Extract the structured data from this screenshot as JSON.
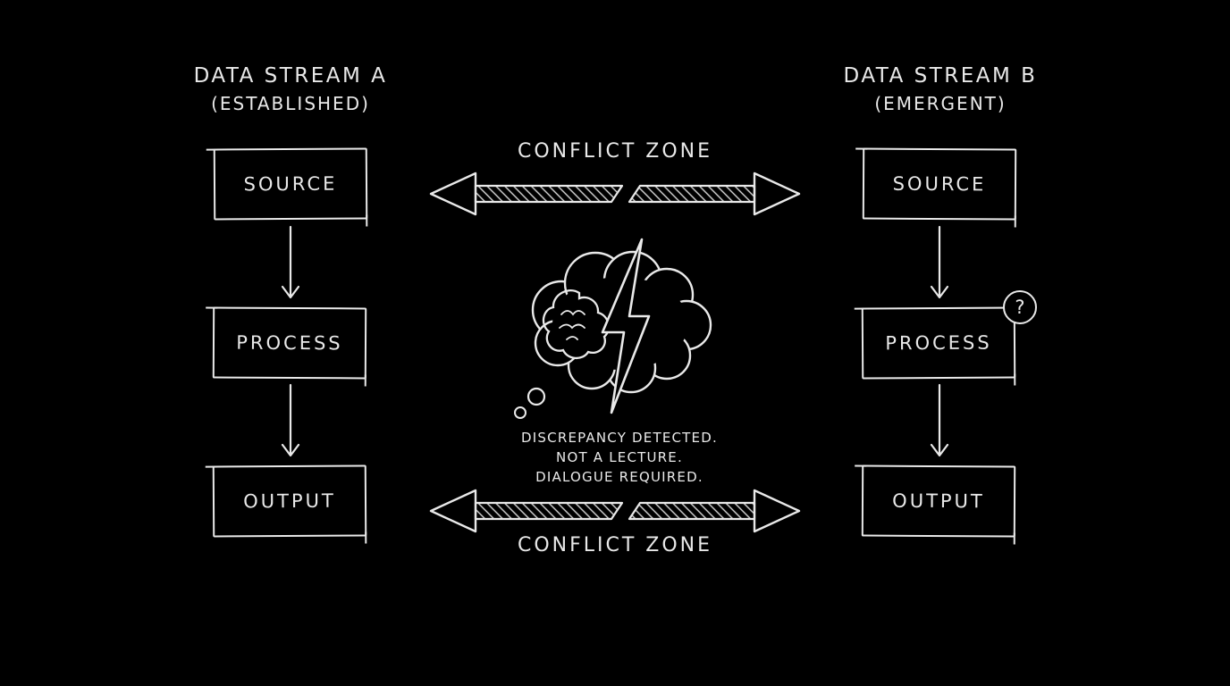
{
  "colors": {
    "background": "#000000",
    "ink": "#e9e9e9"
  },
  "stream_a": {
    "title": "DATA STREAM A",
    "subtitle": "(ESTABLISHED)",
    "nodes": [
      "SOURCE",
      "PROCESS",
      "OUTPUT"
    ]
  },
  "stream_b": {
    "title": "DATA STREAM B",
    "subtitle": "(EMERGENT)",
    "nodes": [
      "SOURCE",
      "PROCESS",
      "OUTPUT"
    ],
    "question_badge": "?"
  },
  "conflict": {
    "top_label": "CONFLICT ZONE",
    "bottom_label": "CONFLICT ZONE",
    "caption_lines": [
      "DISCREPANCY DETECTED.",
      "NOT A LECTURE.",
      "DIALOGUE REQUIRED."
    ]
  },
  "icons": {
    "center": [
      "thought-bubble-icon",
      "brain-icon",
      "lightning-bolt-icon"
    ],
    "connectors": [
      "down-arrow-icon",
      "double-arrow-hatched-icon"
    ],
    "badge": "question-mark-icon"
  }
}
